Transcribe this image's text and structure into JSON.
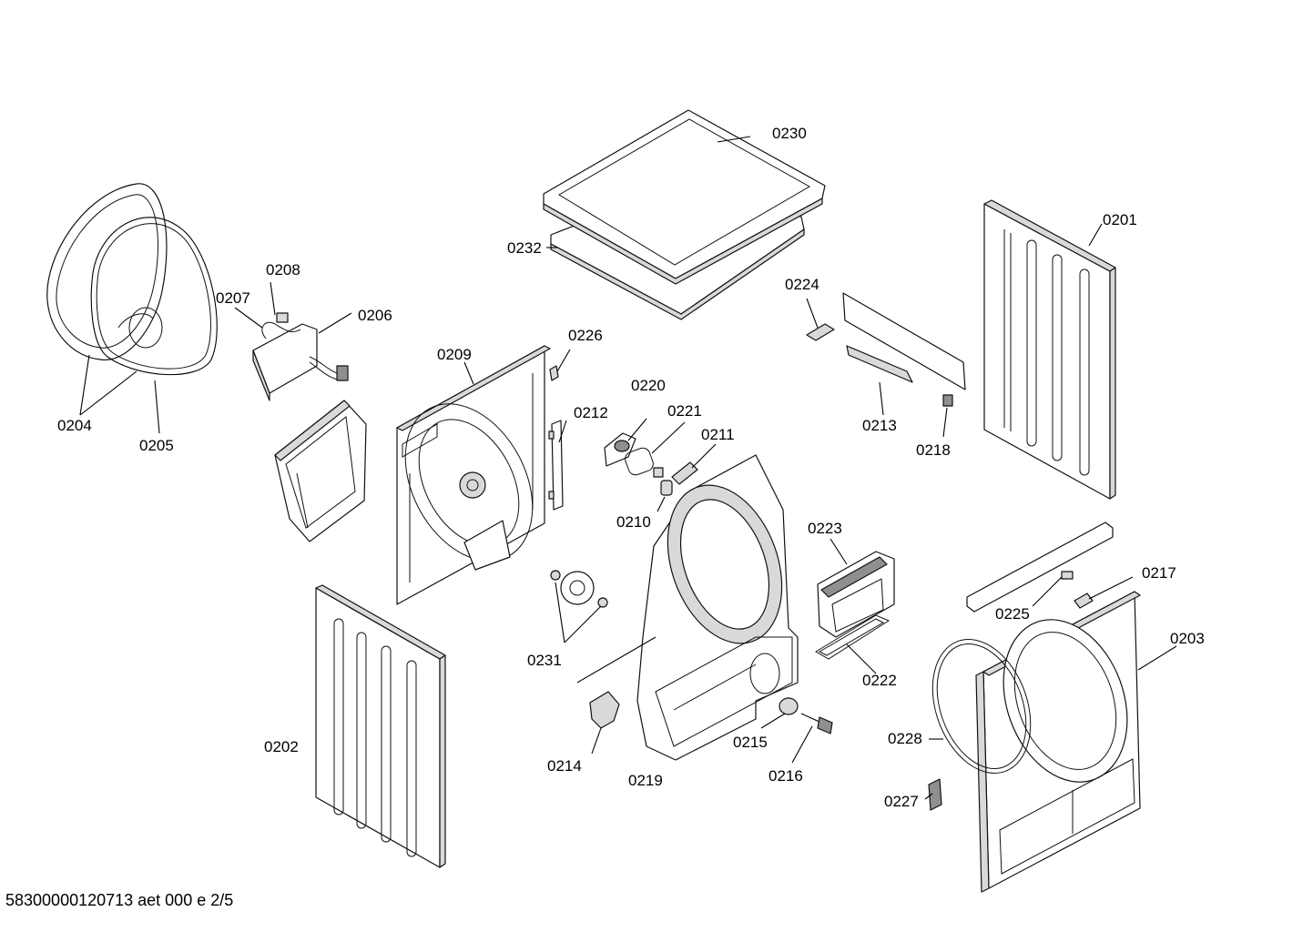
{
  "diagram": {
    "labels": {
      "p0201": "0201",
      "p0202": "0202",
      "p0203": "0203",
      "p0204": "0204",
      "p0205": "0205",
      "p0206": "0206",
      "p0207": "0207",
      "p0208": "0208",
      "p0209": "0209",
      "p0210": "0210",
      "p0211": "0211",
      "p0212": "0212",
      "p0213": "0213",
      "p0214": "0214",
      "p0215": "0215",
      "p0216": "0216",
      "p0217": "0217",
      "p0218": "0218",
      "p0219": "0219",
      "p0220": "0220",
      "p0221": "0221",
      "p0222": "0222",
      "p0223": "0223",
      "p0224": "0224",
      "p0225": "0225",
      "p0226": "0226",
      "p0227": "0227",
      "p0228": "0228",
      "p0230": "0230",
      "p0231": "0231",
      "p0232": "0232"
    },
    "footer": "58300000120713 aet 000 e 2/5"
  }
}
